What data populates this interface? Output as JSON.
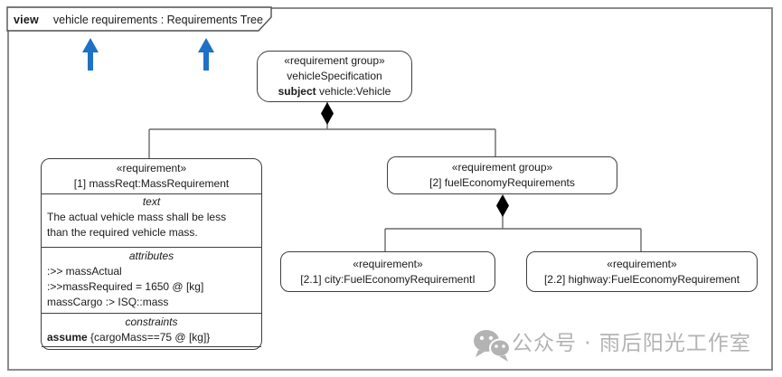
{
  "frame": {
    "tab_keyword": "view",
    "tab_title": "vehicle requirements : Requirements Tree"
  },
  "diagram": {
    "root": {
      "stereotype": "«requirement group»",
      "name": "vehicleSpecification",
      "subject_keyword": "subject",
      "subject_value": " vehicle:Vehicle"
    },
    "mass_req": {
      "stereotype": "«requirement»",
      "name": "[1] massReqt:MassRequirement",
      "text_label": "text",
      "text_lines": [
        "The actual vehicle mass shall be less",
        "than the required vehicle mass."
      ],
      "attributes_label": "attributes",
      "attribute_lines": [
        ":>> massActual",
        ":>>massRequired = 1650 @ [kg]",
        "massCargo :> ISQ::mass"
      ],
      "constraints_label": "constraints",
      "constraint_keyword": "assume",
      "constraint_expr": " {cargoMass==75 @ [kg]}"
    },
    "fuel_group": {
      "stereotype": "«requirement group»",
      "name": "[2] fuelEconomyRequirements"
    },
    "city_req": {
      "stereotype": "«requirement»",
      "name": "[2.1] city:FuelEconomyRequirementI"
    },
    "highway_req": {
      "stereotype": "«requirement»",
      "name": "[2.2] highway:FuelEconomyRequirement"
    }
  },
  "watermark": {
    "icon": "wechat-icon",
    "text": "公众号 · 雨后阳光工作室"
  },
  "colors": {
    "arrow_blue": "#1d71c6",
    "node_border": "#3f3f3f",
    "connector_gray": "#6a6a6a",
    "diamond_black": "#000000",
    "frame_gray": "#8b8b8b",
    "watermark_gray": "#b3b3b3"
  }
}
